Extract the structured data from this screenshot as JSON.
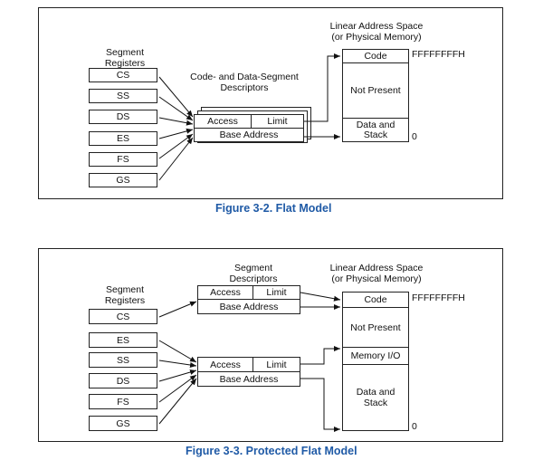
{
  "figure1": {
    "segment_registers_label": "Segment\nRegisters",
    "registers": [
      "CS",
      "SS",
      "DS",
      "ES",
      "FS",
      "GS"
    ],
    "descriptors_label": "Code- and Data-Segment\nDescriptors",
    "access": "Access",
    "limit": "Limit",
    "base_address": "Base Address",
    "address_space_label": "Linear Address Space\n(or Physical Memory)",
    "memory": {
      "code": "Code",
      "not_present": "Not Present",
      "data_stack": "Data and\nStack"
    },
    "top_address": "FFFFFFFFH",
    "bottom_address": "0",
    "caption": "Figure 3-2.  Flat Model"
  },
  "figure2": {
    "segment_registers_label": "Segment\nRegisters",
    "registers": [
      "CS",
      "ES",
      "SS",
      "DS",
      "FS",
      "GS"
    ],
    "descriptors_label": "Segment\nDescriptors",
    "access": "Access",
    "limit": "Limit",
    "base_address": "Base Address",
    "address_space_label": "Linear Address Space\n(or Physical Memory)",
    "memory": {
      "code": "Code",
      "not_present": "Not Present",
      "memory_io": "Memory I/O",
      "data_stack": "Data and\nStack"
    },
    "top_address": "FFFFFFFFH",
    "bottom_address": "0",
    "caption": "Figure 3-3.  Protected Flat Model"
  }
}
